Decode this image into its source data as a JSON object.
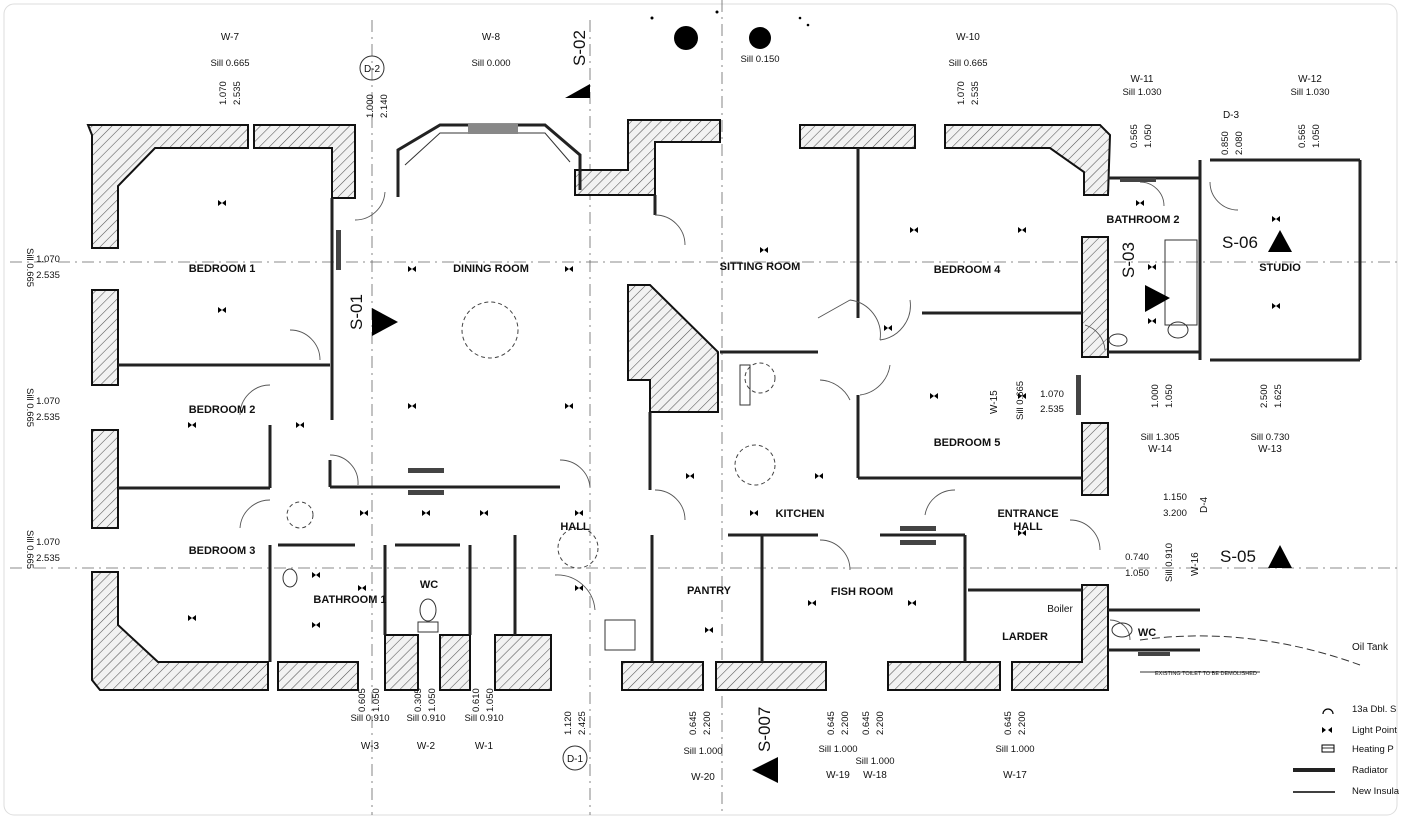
{
  "rooms": {
    "bedroom1": "BEDROOM 1",
    "bedroom2": "BEDROOM 2",
    "bedroom3": "BEDROOM 3",
    "dining": "DINING ROOM",
    "sitting": "SITTING ROOM",
    "bedroom4": "BEDROOM 4",
    "bedroom5": "BEDROOM 5",
    "bathroom1": "BATHROOM 1",
    "bathroom2": "BATHROOM 2",
    "wc1": "WC",
    "wc2": "WC",
    "hall": "HALL",
    "kitchen": "KITCHEN",
    "entrance1": "ENTRANCE",
    "entrance2": "HALL",
    "pantry": "PANTRY",
    "fish": "FISH ROOM",
    "larder": "LARDER",
    "studio": "STUDIO",
    "boiler": "Boiler"
  },
  "sections": {
    "s01": "S-01",
    "s02": "S-02",
    "s03": "S-03",
    "s05": "S-05",
    "s06": "S-06",
    "s007": "S-007"
  },
  "top_windows": {
    "w7": {
      "tag": "W-7",
      "sill": "Sill 0.665",
      "d1": "1.070",
      "d2": "2.535"
    },
    "w8": {
      "tag": "W-8",
      "sill": "Sill 0.000"
    },
    "w9": {
      "sill": "Sill 0.150"
    },
    "w10": {
      "tag": "W-10",
      "sill": "Sill 0.665",
      "d1": "1.070",
      "d2": "2.535"
    },
    "w11": {
      "tag": "W-11",
      "sill": "Sill 1.030",
      "d1": "0.565",
      "d2": "1.050"
    },
    "w12": {
      "tag": "W-12",
      "sill": "Sill 1.030",
      "d1": "0.565",
      "d2": "1.050"
    },
    "d2": {
      "tag": "D-2",
      "d1": "1.000",
      "d2": "2.140"
    },
    "d3": {
      "tag": "D-3",
      "d1": "0.850",
      "d2": "2.080"
    }
  },
  "left_windows": {
    "a": {
      "d1": "1.070",
      "d2": "2.535",
      "sill": "Sill 0.665"
    },
    "b": {
      "d1": "1.070",
      "d2": "2.535",
      "sill": "Sill 0.665"
    },
    "c": {
      "d1": "1.070",
      "d2": "2.535",
      "sill": "Sill 0.665"
    }
  },
  "bottom_windows": {
    "w3": {
      "tag": "W-3",
      "sill": "Sill 0.910",
      "d1": "0.605",
      "d2": "1.050"
    },
    "w2": {
      "tag": "W-2",
      "sill": "Sill 0.910",
      "d1": "0.305",
      "d2": "1.050"
    },
    "w1": {
      "tag": "W-1",
      "sill": "Sill 0.910",
      "d1": "0.610",
      "d2": "1.050"
    },
    "d1": {
      "tag": "D-1",
      "d1": "1.120",
      "d2": "2.425"
    },
    "w20": {
      "tag": "W-20",
      "sill": "Sill 1.000",
      "d1": "0.645",
      "d2": "2.200"
    },
    "w19": {
      "tag": "W-19",
      "sill": "Sill 1.000",
      "d1": "0.645",
      "d2": "2.200"
    },
    "w18": {
      "tag": "W-18",
      "sill": "Sill 1.000",
      "d1": "0.645",
      "d2": "2.200"
    },
    "w17": {
      "tag": "W-17",
      "sill": "Sill 1.000",
      "d1": "0.645",
      "d2": "2.200"
    }
  },
  "right_windows": {
    "w15": {
      "tag": "W-15",
      "sill": "Sill 0.665",
      "d1": "1.070",
      "d2": "2.535"
    },
    "w14": {
      "tag": "W-14",
      "sill": "Sill 1.305",
      "d1": "1.000",
      "d2": "1.050"
    },
    "w13": {
      "tag": "W-13",
      "sill": "Sill 0.730",
      "d1": "2.500",
      "d2": "1.625"
    },
    "d4": {
      "tag": "D-4",
      "d1": "1.150",
      "d2": "3.200"
    },
    "w16": {
      "tag": "W-16",
      "sill": "Sill 0.910",
      "d1": "0.740",
      "d2": "1.050"
    }
  },
  "notes": {
    "oil_tank": "Oil Tank",
    "existing_toilet": "EXISTING TOILET TO BE DEMOLISHED"
  },
  "legend": [
    {
      "symbol": "socket-icon",
      "label": "13a Dbl. S"
    },
    {
      "symbol": "light-point-icon",
      "label": "Light Point"
    },
    {
      "symbol": "heating-icon",
      "label": "Heating P"
    },
    {
      "symbol": "radiator-icon",
      "label": "Radiator"
    },
    {
      "symbol": "insulation-icon",
      "label": "New Insula"
    }
  ]
}
